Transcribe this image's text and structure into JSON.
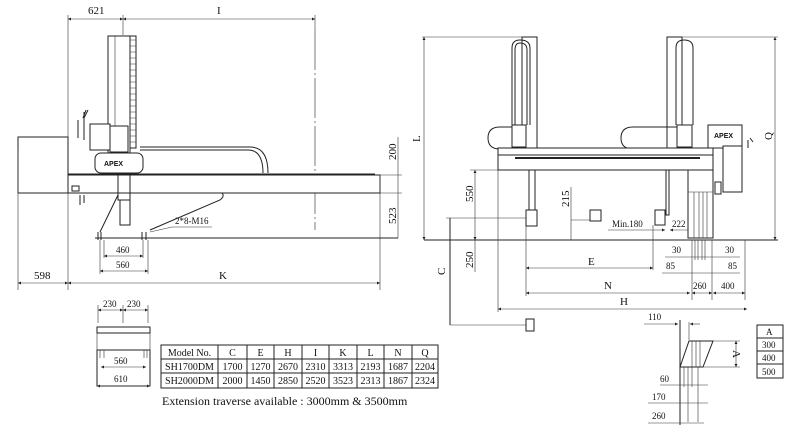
{
  "side_view": {
    "dim_621": "621",
    "dim_I": "I",
    "dim_200": "200",
    "dim_523": "523",
    "bolt_label": "2*8-M16",
    "dim_460": "460",
    "dim_560": "560",
    "dim_598": "598",
    "dim_K": "K",
    "logo": "APEX"
  },
  "front_view": {
    "dim_L": "L",
    "dim_Q": "Q",
    "dim_550": "550",
    "dim_250": "250",
    "dim_C": "C",
    "dim_215": "215",
    "min_180": "Min.180",
    "dim_222": "222",
    "dim_30a": "30",
    "dim_30b": "30",
    "dim_85a": "85",
    "dim_85b": "85",
    "dim_E": "E",
    "dim_N": "N",
    "dim_260": "260",
    "dim_400": "400",
    "dim_H": "H",
    "logo": "APEX"
  },
  "base_detail": {
    "dim_230a": "230",
    "dim_230b": "230",
    "dim_560": "560",
    "dim_610": "610"
  },
  "arm_detail": {
    "dim_110": "110",
    "dim_A": "A",
    "dim_60": "60",
    "dim_170": "170",
    "dim_260": "260",
    "a_table": {
      "header": "A",
      "values": [
        "300",
        "400",
        "500"
      ]
    }
  },
  "spec_table": {
    "headers": [
      "Model No.",
      "C",
      "E",
      "H",
      "I",
      "K",
      "L",
      "N",
      "Q"
    ],
    "rows": [
      [
        "SH1700DM",
        "1700",
        "1270",
        "2670",
        "2310",
        "3313",
        "2193",
        "1687",
        "2204"
      ],
      [
        "SH2000DM",
        "2000",
        "1450",
        "2850",
        "2520",
        "3523",
        "2313",
        "1867",
        "2324"
      ]
    ],
    "note": "Extension traverse available : 3000mm & 3500mm"
  }
}
